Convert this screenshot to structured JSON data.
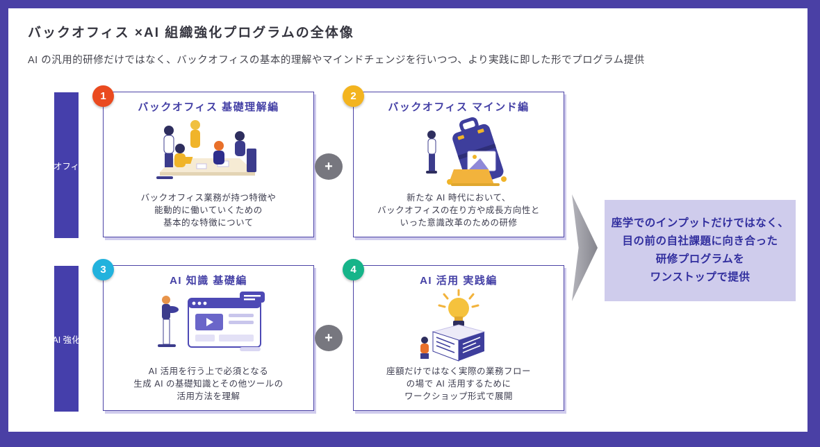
{
  "page": {
    "title": "バックオフィス ×AI 組織強化プログラムの全体像",
    "subtitle": "AI の汎用的研修だけではなく、バックオフィスの基本的理解やマインドチェンジを行いつつ、より実践に即した形でプログラム提供"
  },
  "colors": {
    "frame": "#4a40a5",
    "side_bar": "#453fab",
    "card_border": "#4b42a5",
    "card_title_text": "#4541a6",
    "badge_1": "#ea4a1f",
    "badge_2": "#f3b41f",
    "badge_3": "#22b2dd",
    "badge_4": "#16b489",
    "plus_circle": "#77777f",
    "arrow": "#85858d",
    "result_box_bg": "#cfccec",
    "result_box_text": "#312e9e"
  },
  "side_bars": [
    {
      "label": "オフィ"
    },
    {
      "label": "AI 強化"
    }
  ],
  "cards": [
    {
      "number": "1",
      "title": "バックオフィス 基礎理解編",
      "description": "バックオフィス業務が持つ特徴や\n能動的に働いていくための\n基本的な特徴について",
      "illustration": "team-meeting-illustration"
    },
    {
      "number": "2",
      "title": "バックオフィス マインド編",
      "description": "新たな AI 時代において、\nバックオフィスの在り方や成長方向性と\nいった意識改革のための研修",
      "illustration": "briefcase-illustration"
    },
    {
      "number": "3",
      "title": "AI 知識 基礎編",
      "description": "AI 活用を行う上で必須となる\n生成 AI の基礎知識とその他ツールの\n活用方法を理解",
      "illustration": "ai-dashboard-illustration"
    },
    {
      "number": "4",
      "title": "AI 活用 実践編",
      "description": "座額だけではなく実際の業務フロー\nの場で AI 活用するために\nワークショップ形式で展開",
      "illustration": "lightbulb-box-illustration"
    }
  ],
  "connectors": {
    "plus_label": "+"
  },
  "result_box": {
    "text": "座学でのインプットだけではなく、\n目の前の自社課題に向き合った\n研修プログラムを\nワンストップで提供"
  }
}
